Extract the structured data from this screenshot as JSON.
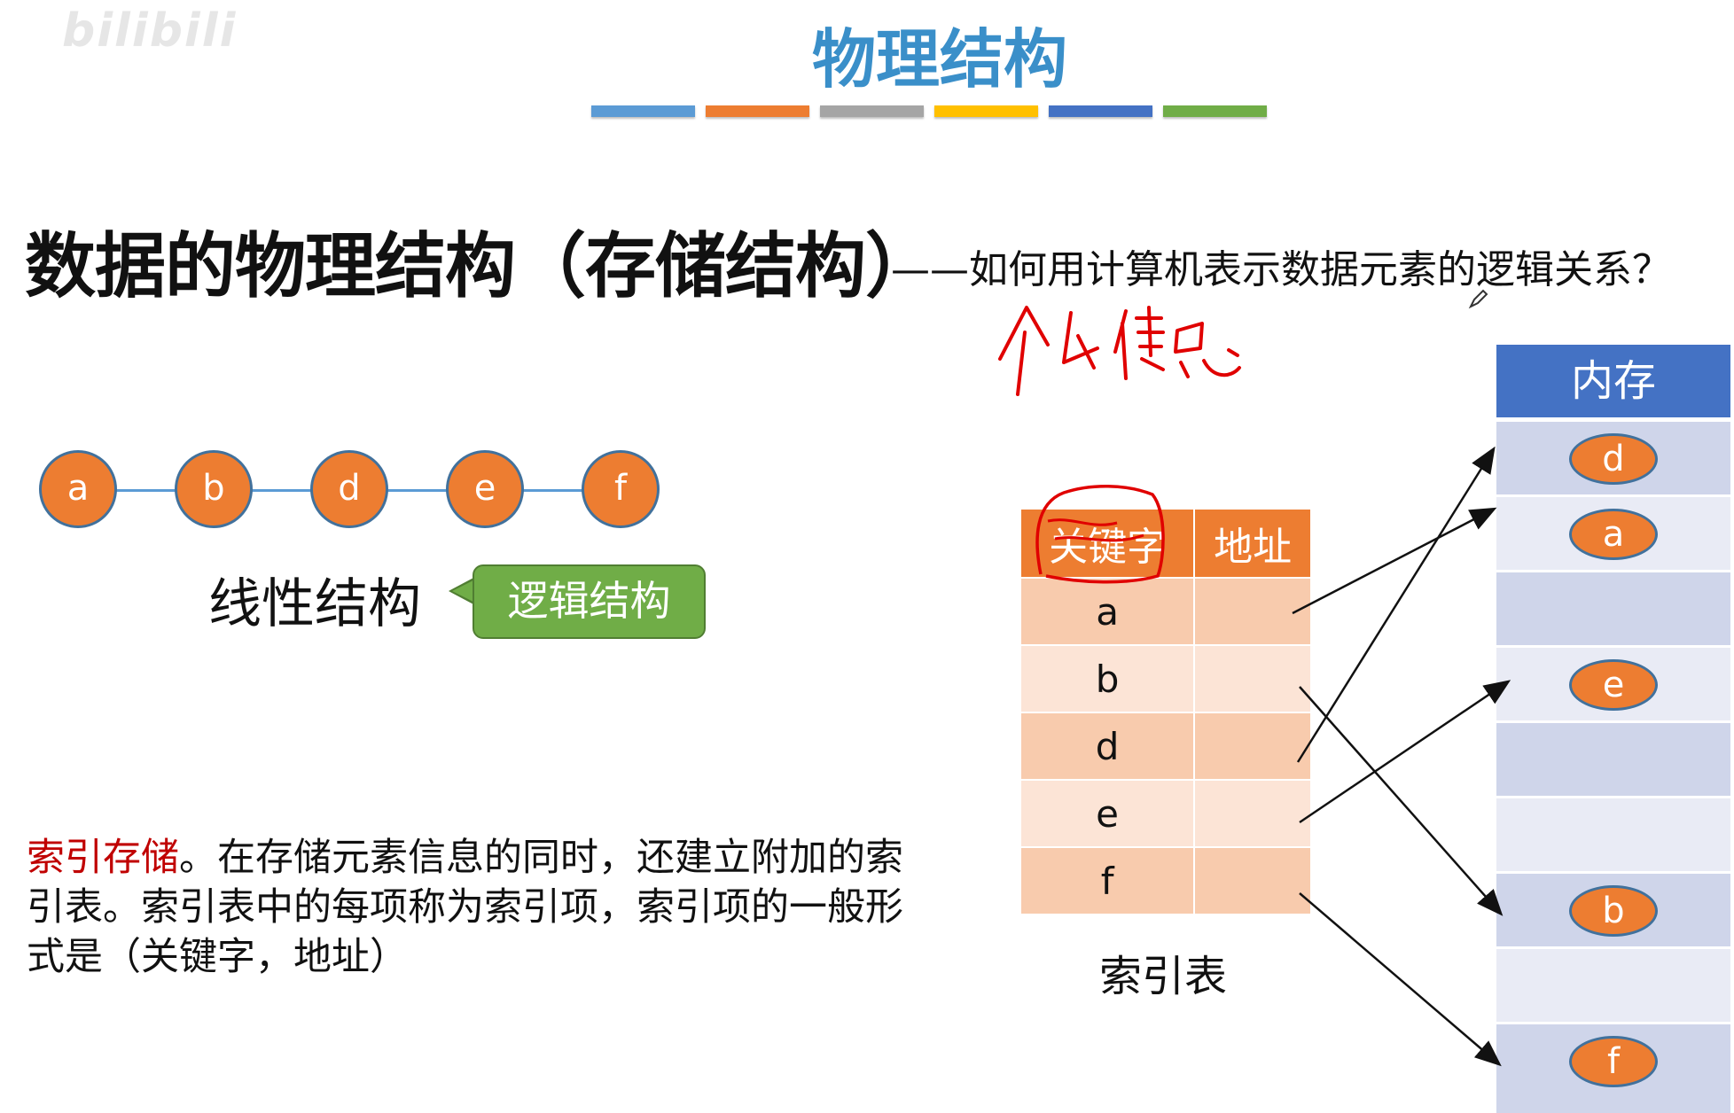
{
  "watermark": "bilibili",
  "slide": {
    "title": "物理结构",
    "title_bar_colors": [
      "#5b9bd5",
      "#ed7d31",
      "#a5a5a5",
      "#ffc000",
      "#4472c4",
      "#70ad47"
    ],
    "main_heading": "数据的物理结构（存储结构）",
    "sub_heading": "——如何用计算机表示数据元素的逻辑关系？",
    "handwritten_note": "个人信息"
  },
  "logical_structure": {
    "nodes": [
      "a",
      "b",
      "d",
      "e",
      "f"
    ],
    "label": "线性结构",
    "callout": "逻辑结构"
  },
  "description": {
    "term": "索引存储",
    "text": "。在存储元素信息的同时，还建立附加的索引表。索引表中的每项称为索引项，索引项的一般形式是（关键字，地址）"
  },
  "index_table": {
    "headers": [
      "关键字",
      "地址"
    ],
    "keys": [
      "a",
      "b",
      "d",
      "e",
      "f"
    ],
    "caption": "索引表"
  },
  "memory": {
    "header": "内存",
    "cells": [
      "d",
      "a",
      "",
      "e",
      "",
      "",
      "b",
      "",
      "f"
    ]
  },
  "colors": {
    "node_fill": "#ed7d31",
    "node_border": "#41719c",
    "callout": "#70ad47",
    "memory_header": "#4472c4",
    "term_red": "#c00000",
    "handwriting_red": "#e00000"
  }
}
